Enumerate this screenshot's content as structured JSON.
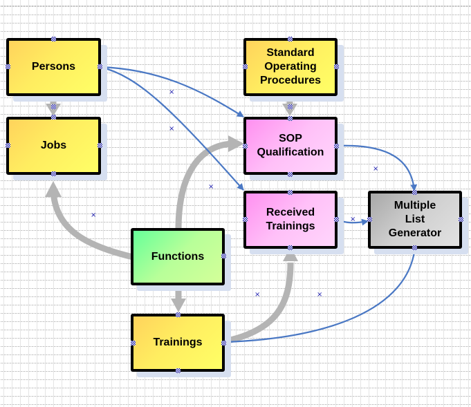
{
  "diagram": {
    "nodes": [
      {
        "id": "persons",
        "label": "Persons",
        "color": "yellow"
      },
      {
        "id": "jobs",
        "label": "Jobs",
        "color": "yellow"
      },
      {
        "id": "sop",
        "label": "Standard\nOperating\nProcedures",
        "color": "yellow"
      },
      {
        "id": "sop_qualification",
        "label": "SOP\nQualification",
        "color": "pink"
      },
      {
        "id": "received_trainings",
        "label": "Received\nTrainings",
        "color": "pink"
      },
      {
        "id": "multiple_list_generator",
        "label": "Multiple\nList\nGenerator",
        "color": "gray"
      },
      {
        "id": "functions",
        "label": "Functions",
        "color": "green"
      },
      {
        "id": "trainings",
        "label": "Trainings",
        "color": "yellow"
      }
    ],
    "edges": [
      {
        "from": "persons",
        "to": "jobs",
        "style": "gray-thick"
      },
      {
        "from": "sop",
        "to": "sop_qualification",
        "style": "gray-thick"
      },
      {
        "from": "functions",
        "to": "jobs",
        "style": "gray-thick"
      },
      {
        "from": "functions",
        "to": "sop_qualification",
        "style": "gray-thick"
      },
      {
        "from": "functions",
        "to": "trainings",
        "style": "gray-thick"
      },
      {
        "from": "trainings",
        "to": "received_trainings",
        "style": "gray-thick"
      },
      {
        "from": "persons",
        "to": "sop_qualification",
        "style": "blue-thin"
      },
      {
        "from": "persons",
        "to": "received_trainings",
        "style": "blue-thin"
      },
      {
        "from": "sop_qualification",
        "to": "multiple_list_generator",
        "style": "blue-thin"
      },
      {
        "from": "received_trainings",
        "to": "multiple_list_generator",
        "style": "blue-thin"
      },
      {
        "from": "trainings",
        "to": "multiple_list_generator",
        "style": "blue-thin"
      }
    ],
    "colors": {
      "gray_link": "#b4b4b4",
      "blue_link": "#4a78c4",
      "node_border": "#000000",
      "shadow": "#d6dff0",
      "handle": "#1a1aa0"
    }
  }
}
